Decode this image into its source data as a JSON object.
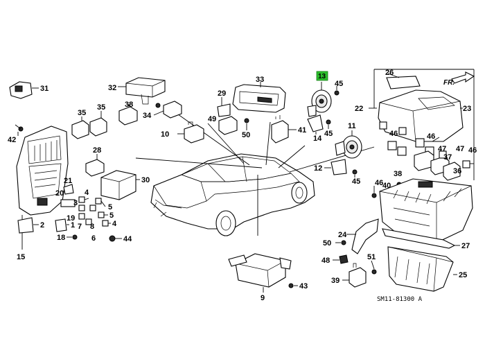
{
  "diagram": {
    "drawing_code": "SM11-81300 A",
    "direction_label": "FR.",
    "highlighted_callout": "13",
    "highlight_color": "#2dbe2d",
    "callouts": {
      "c31": "31",
      "c32": "32",
      "c33": "33",
      "c13": "13",
      "c26": "26",
      "c22": "22",
      "c23": "23",
      "c35a": "35",
      "c35b": "35",
      "c38": "38",
      "c34": "34",
      "c29": "29",
      "c49": "49",
      "c50a": "50",
      "c10": "10",
      "c41": "41",
      "c45a": "45",
      "c14": "14",
      "c45b": "45",
      "c11": "11",
      "c12": "12",
      "c45c": "45",
      "c42": "42",
      "c28": "28",
      "c30": "30",
      "c21": "21",
      "c4a": "4",
      "c3": "3",
      "c5a": "5",
      "c5b": "5",
      "c4b": "4",
      "c6": "6",
      "c2": "2",
      "c1": "1",
      "c18": "18",
      "c15": "15",
      "c44": "44",
      "c9": "9",
      "c43": "43",
      "c24": "24",
      "c50b": "50",
      "c48": "48",
      "c51": "51",
      "c39": "39",
      "c25": "25",
      "c27": "27",
      "c47a": "47",
      "c36": "36",
      "c37": "37",
      "c46a": "46",
      "c46b": "46",
      "c46c": "46",
      "c46d": "46",
      "c40": "40",
      "c47b": "47",
      "c7": "7",
      "c8": "8",
      "c19": "19",
      "c20": "20"
    }
  }
}
